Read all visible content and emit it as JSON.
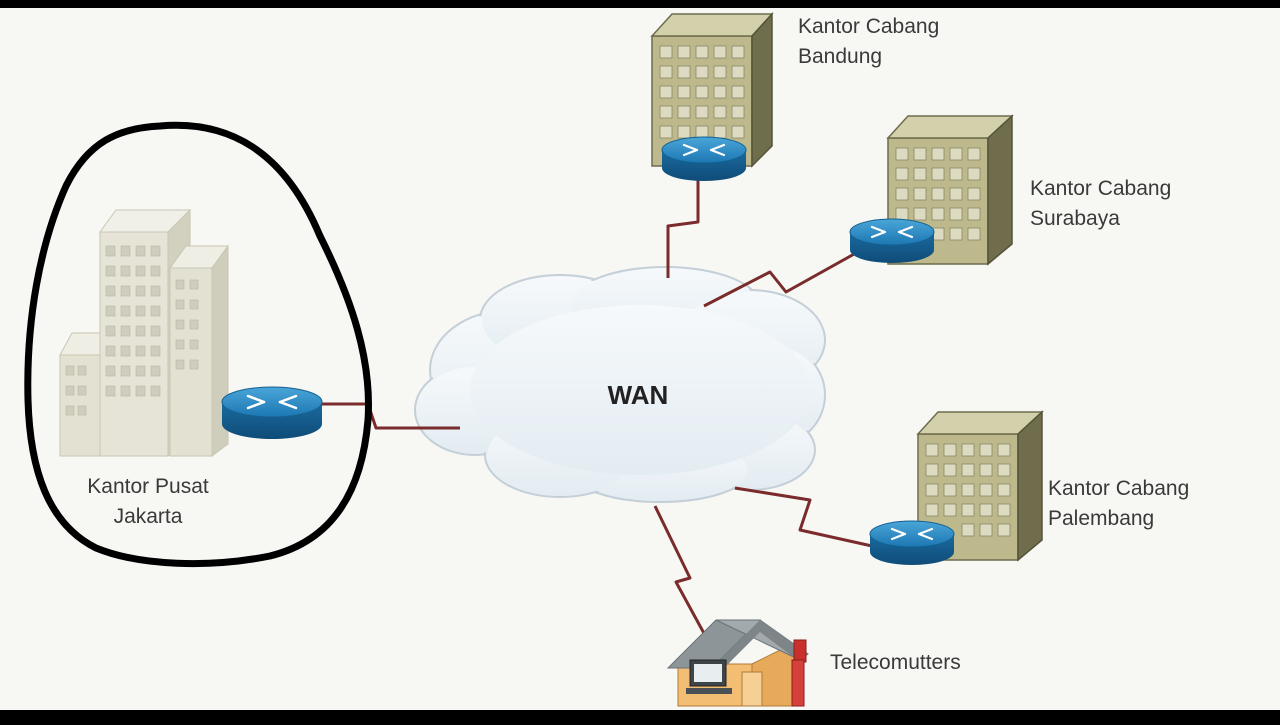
{
  "diagram": {
    "center": {
      "label": "WAN"
    },
    "headquarters": {
      "line1": "Kantor Pusat",
      "line2": "Jakarta"
    },
    "branches": [
      {
        "id": "bandung",
        "line1": "Kantor Cabang",
        "line2": "Bandung"
      },
      {
        "id": "surabaya",
        "line1": "Kantor Cabang",
        "line2": "Surabaya"
      },
      {
        "id": "palembang",
        "line1": "Kantor Cabang",
        "line2": "Palembang"
      }
    ],
    "telecommuters": {
      "label": "Telecomutters"
    }
  },
  "colors": {
    "frame": "#000000",
    "background": "#f7f7f4",
    "highlight_loop": "#000000",
    "link_line": "#7a2b2b",
    "cloud_fill": "#eef4f8",
    "cloud_stroke": "#c4cfd8",
    "branch_building": "#bdb98c",
    "hq_building": "#e6e4d6",
    "router": "#1d6fa3",
    "house_wall": "#f3bd74",
    "house_roof": "#8d9598"
  }
}
